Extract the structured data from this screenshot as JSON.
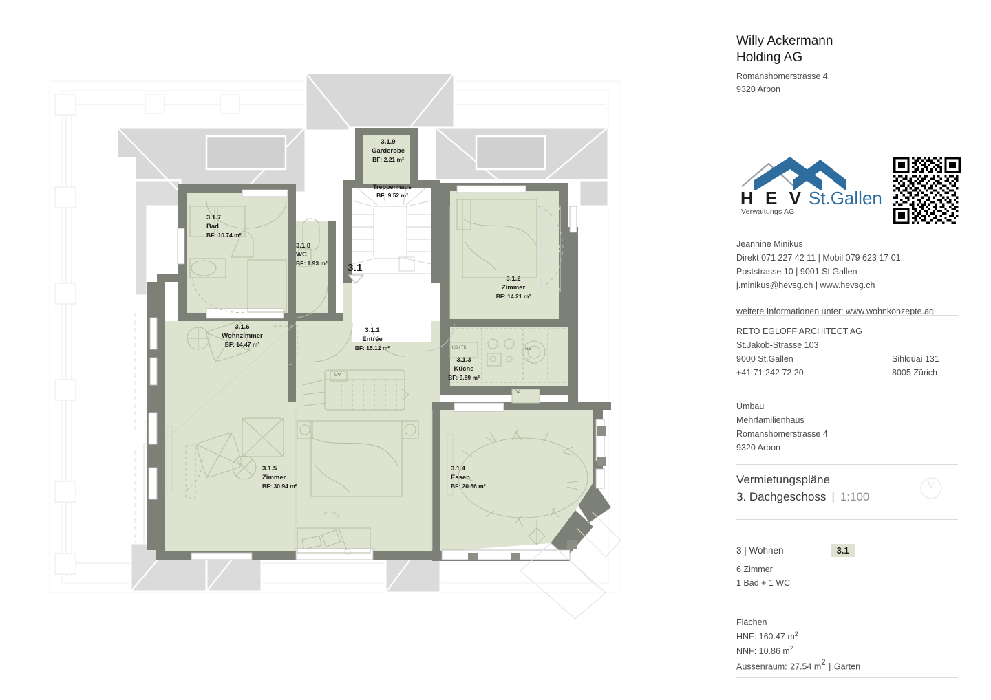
{
  "company": {
    "name_line1": "Willy Ackermann",
    "name_line2": "Holding AG",
    "street": "Romanshomerstrasse 4",
    "city": "9320 Arbon"
  },
  "logo": {
    "hev": "H E V",
    "stgallen": "St.Gallen",
    "subtitle": "Verwaltungs AG",
    "brand_color": "#2e6d9e",
    "qr_alt": "qr-code"
  },
  "agent": {
    "name": "Jeannine Minikus",
    "phones": "Direkt 071 227 42 11 | Mobil 079 623 17 01",
    "address": "Poststrasse 10 | 9001 St.Gallen",
    "email_web": "j.minikus@hevsg.ch | www.hevsg.ch",
    "more_info": "weitere Informationen unter: www.wohnkonzepte.ag"
  },
  "architect": {
    "name": "RETO EGLOFF ARCHITECT AG",
    "street": "St.Jakob-Strasse 103",
    "city": "9000 St.Gallen",
    "phone": "+41 71 242 72 20",
    "office2_street": "Sihlquai 131",
    "office2_city": "8005 Zürich"
  },
  "project": {
    "type": "Umbau",
    "building": "Mehrfamilienhaus",
    "street": "Romanshomerstrasse 4",
    "city": "9320 Arbon"
  },
  "plan": {
    "kind": "Vermietungspläne",
    "floor": "3. Dachgeschoss",
    "separator": "|",
    "scale": "1:100",
    "north_icon": "north-arrow-icon"
  },
  "unit": {
    "label": "3 | Wohnen",
    "badge": "3.1",
    "rooms": "6 Zimmer",
    "baths": "1 Bad + 1 WC",
    "areas_heading": "Flächen",
    "hnf_label": "HNF:",
    "hnf_value": "160.47 m",
    "nnf_label": "NNF:",
    "nnf_value": "10.86 m",
    "outdoor_label": "Aussenraum:",
    "outdoor_value": "27.54 m",
    "outdoor_sep": "|",
    "outdoor_type": "Garten",
    "sq": "2"
  },
  "floorplan": {
    "apartment_marker": "3.1",
    "stairwell": {
      "name": "Treppenhaus",
      "area": "BF: 9.52 m²"
    },
    "inner_stair_tag": "UV",
    "kitchen_tags": [
      "KS / TK",
      "GS",
      "DA"
    ],
    "rooms": [
      {
        "num": "3.1.9",
        "name": "Garderobe",
        "area": "BF: 2.21 m²"
      },
      {
        "num": "3.1.7",
        "name": "Bad",
        "area": "BF: 10.74 m²"
      },
      {
        "num": "3.1.8",
        "name": "WC",
        "area": "BF: 1.93 m²"
      },
      {
        "num": "3.1.2",
        "name": "Zimmer",
        "area": "BF: 14.21 m²"
      },
      {
        "num": "3.1.6",
        "name": "Wohnzimmer",
        "area": "BF: 14.47 m²"
      },
      {
        "num": "3.1.1",
        "name": "Entrée",
        "area": "BF: 15.12 m²"
      },
      {
        "num": "3.1.3",
        "name": "Küche",
        "area": "BF: 9.89 m²"
      },
      {
        "num": "3.1.5",
        "name": "Zimmer",
        "area": "BF: 30.94 m²"
      },
      {
        "num": "3.1.4",
        "name": "Essen",
        "area": "BF: 20.56 m²"
      }
    ],
    "colors": {
      "room_fill": "#dde3ce",
      "wall": "#7c8076",
      "roof": "#d6d6d6",
      "outline": "#e6e6e6"
    }
  }
}
